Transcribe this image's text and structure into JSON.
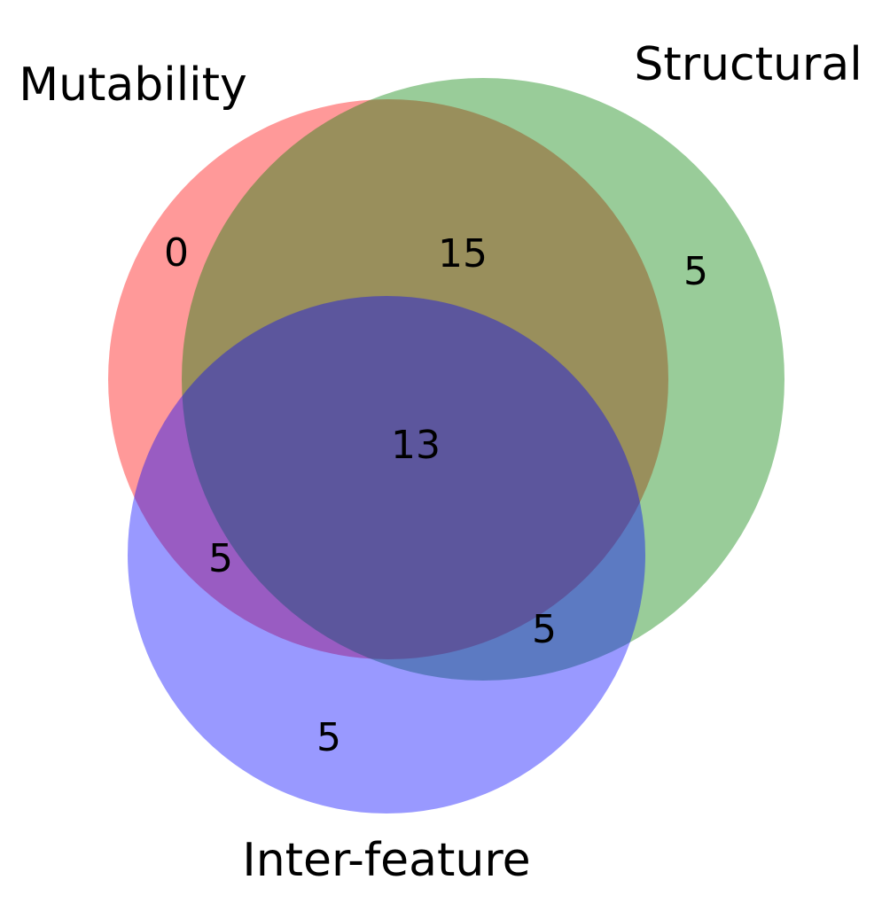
{
  "chart_data": {
    "type": "venn",
    "sets": [
      {
        "key": "a",
        "label": "Mutability",
        "color": "#ff0000"
      },
      {
        "key": "b",
        "label": "Structural",
        "color": "#008000"
      },
      {
        "key": "c",
        "label": "Inter-feature",
        "color": "#0000ff"
      }
    ],
    "opacity": 0.4,
    "regions": {
      "a_only": 0,
      "b_only": 5,
      "c_only": 5,
      "ab_only": 15,
      "ac_only": 5,
      "bc_only": 5,
      "abc": 13
    }
  }
}
